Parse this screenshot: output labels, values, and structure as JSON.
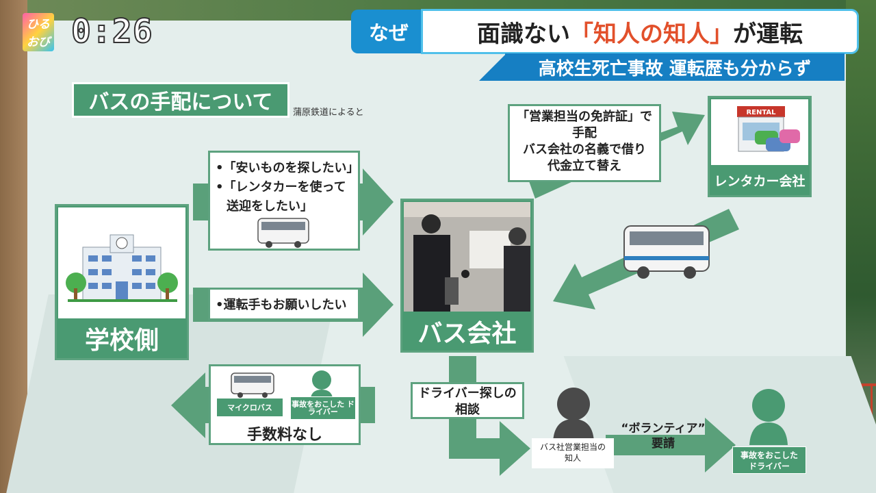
{
  "channel": {
    "logo_line1": "ひる",
    "logo_line2": "おび",
    "time": "0:26"
  },
  "headline": {
    "tag": "なぜ",
    "main_prefix": "面識ない",
    "main_highlight": "「知人の知人」",
    "main_suffix": "が運転",
    "sub": "高校生死亡事故 運転歴も分からず"
  },
  "board": {
    "title": "バスの手配について",
    "source": "蒲原鉄道によると",
    "school_label": "学校側",
    "company_label": "バス会社",
    "rental_label": "レンタカー会社",
    "rental_sign": "RENTAL",
    "request1": [
      "•「安いものを探したい」",
      "•「レンタカーを使って",
      "送迎をしたい」"
    ],
    "request2": "•運転手もお願いしたい",
    "rental_note": [
      "「営業担当の免許証」で",
      "手配",
      "バス会社の名義で借り",
      "代金立て替え"
    ],
    "nofee": {
      "badge_bus": "マイクロバス",
      "badge_driver": "事故をおこした ドライバー",
      "main": "手数料なし"
    },
    "search": [
      "ドライバー探しの",
      "相談"
    ],
    "acquaintance": [
      "バス社営業担当の",
      "知人"
    ],
    "volunteer": [
      "“ボランティア”",
      "要請"
    ],
    "driver": [
      "事故をおこした",
      "ドライバー"
    ]
  },
  "colors": {
    "board_green": "#4a9a72",
    "arrow_green": "#5aa07a",
    "headline_blue": "#1a8fd0",
    "highlight": "#e2502b"
  }
}
